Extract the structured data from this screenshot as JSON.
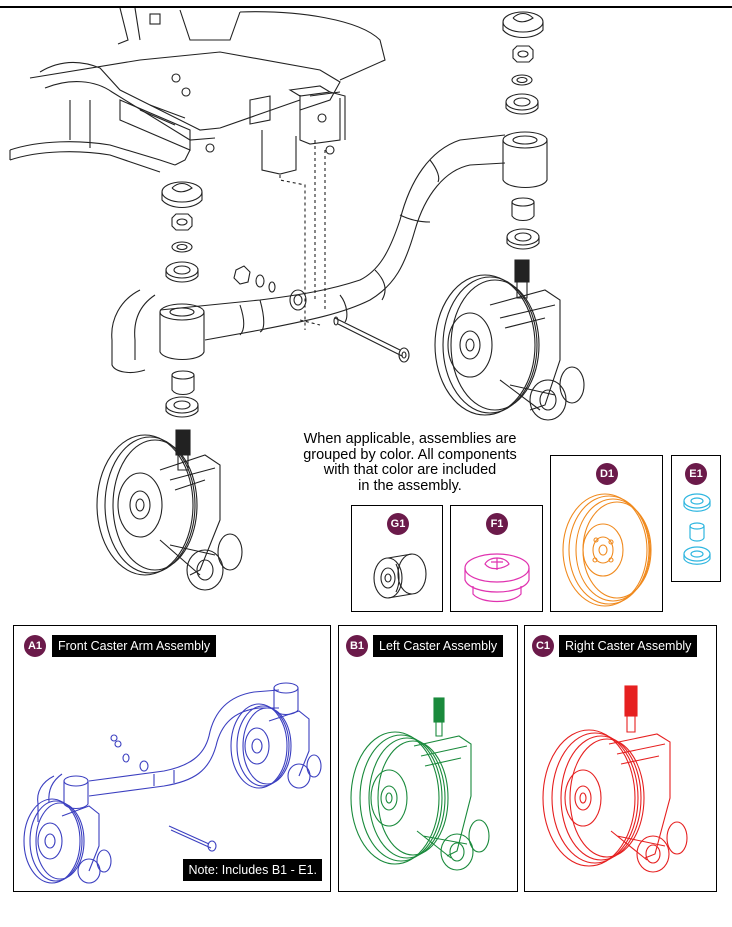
{
  "note": {
    "line1": "When applicable, assemblies are",
    "line2": "grouped by color. All components",
    "line3": "with that color are included",
    "line4": "in the assembly."
  },
  "parts": {
    "g1": {
      "badge": "G1"
    },
    "f1": {
      "badge": "F1"
    },
    "d1": {
      "badge": "D1"
    },
    "e1": {
      "badge": "E1"
    },
    "a1": {
      "badge": "A1",
      "label": "Front Caster Arm Assembly",
      "note": "Note: Includes B1 - E1."
    },
    "b1": {
      "badge": "B1",
      "label": "Left Caster Assembly"
    },
    "c1": {
      "badge": "C1",
      "label": "Right Caster Assembly"
    }
  },
  "colors": {
    "badge": "#6b1a4a",
    "a1": "#3b3fc0",
    "b1": "#1a8a3c",
    "c1": "#e62020",
    "d1": "#f08a1e",
    "e1": "#2fb6e0",
    "f1": "#e033b0",
    "line": "#222222"
  }
}
